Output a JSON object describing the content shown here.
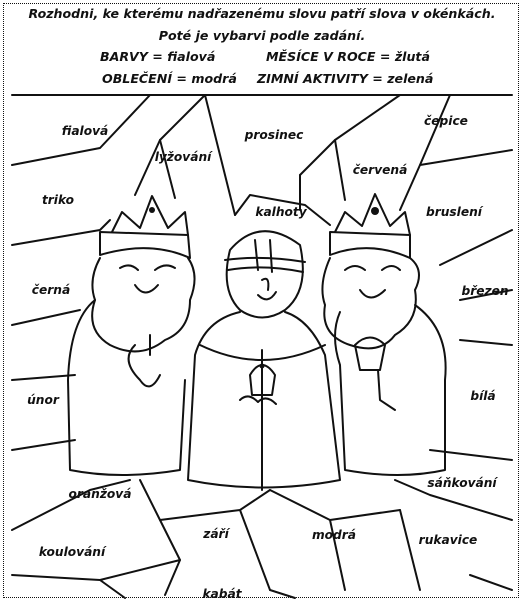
{
  "instructions": {
    "line1": "Rozhodni, ke kterému nadřazenému slovu patří slova v okénkách.",
    "line2": "Poté je vybarvi podle zadání.",
    "legend_row1_left": "BARVY = fialová",
    "legend_row1_right": "MĚSÍCE V ROCE = žlutá",
    "legend_row2_left": "OBLEČENÍ = modrá",
    "legend_row2_right": "ZIMNÍ AKTIVITY = zelená"
  },
  "words": [
    "fialová",
    "lyžování",
    "prosinec",
    "čepice",
    "červená",
    "triko",
    "kalhoty",
    "bruslení",
    "černá",
    "březen",
    "únor",
    "bílá",
    "oranžová",
    "sáňkování",
    "září",
    "modrá",
    "rukavice",
    "koulování",
    "kabát"
  ]
}
